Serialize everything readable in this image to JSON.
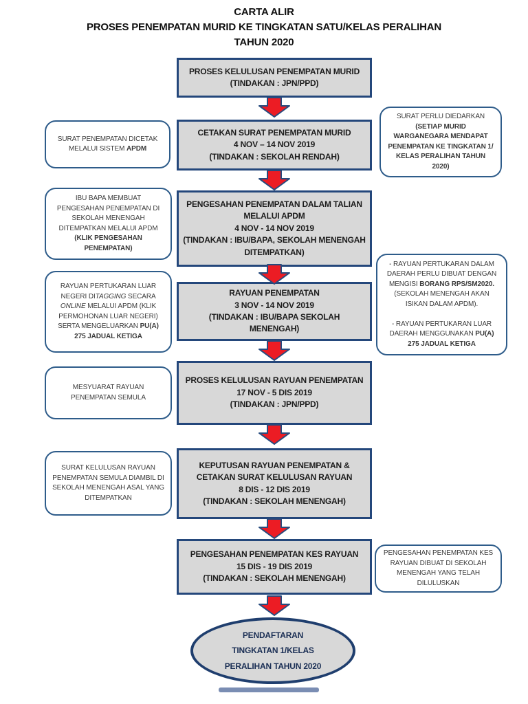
{
  "page_title": {
    "lines": [
      "CARTA ALIR",
      "PROSES PENEMPATAN MURID KE TINGKATAN SATU/KELAS PERALIHAN",
      "TAHUN 2020"
    ]
  },
  "steps": [
    {
      "lines": [
        "PROSES KELULUSAN PENEMPATAN MURID",
        "(TINDAKAN : JPN/PPD)"
      ]
    },
    {
      "lines": [
        "CETAKAN SURAT PENEMPATAN MURID",
        "4 NOV – 14 NOV 2019",
        "(TINDAKAN : SEKOLAH RENDAH)"
      ]
    },
    {
      "lines": [
        "PENGESAHAN PENEMPATAN DALAM TALIAN",
        "MELALUI APDM",
        "4 NOV - 14 NOV 2019",
        "(TINDAKAN : IBU/BAPA, SEKOLAH MENENGAH",
        "DITEMPATKAN)"
      ]
    },
    {
      "lines": [
        "RAYUAN PENEMPATAN",
        "3 NOV - 14 NOV 2019",
        "(TINDAKAN : IBU/BAPA SEKOLAH",
        "MENENGAH)"
      ]
    },
    {
      "lines": [
        "PROSES KELULUSAN RAYUAN PENEMPATAN",
        "17 NOV - 5 DIS 2019",
        "(TINDAKAN : JPN/PPD)"
      ]
    },
    {
      "lines": [
        "KEPUTUSAN RAYUAN PENEMPATAN &",
        "CETAKAN SURAT KELULUSAN RAYUAN",
        "8 DIS - 12 DIS 2019",
        "(TINDAKAN : SEKOLAH MENENGAH)"
      ]
    },
    {
      "lines": [
        "PENGESAHAN PENEMPATAN KES RAYUAN",
        "15 DIS - 19 DIS 2019",
        "(TINDAKAN : SEKOLAH MENENGAH)"
      ]
    }
  ],
  "terminal": {
    "lines": [
      "PENDAFTARAN",
      "TINGKATAN 1/KELAS",
      "PERALIHAN TAHUN 2020"
    ]
  },
  "left_notes": [
    {
      "segments": [
        {
          "t": "SURAT PENEMPATAN DICETAK MELALUI SISTEM "
        },
        {
          "t": "APDM",
          "b": true
        }
      ]
    },
    {
      "segments": [
        {
          "t": "IBU BAPA MEMBUAT PENGESAHAN PENEMPATAN DI SEKOLAH MENENGAH DITEMPATKAN MELALUI APDM "
        },
        {
          "t": "(KLIK PENGESAHAN PENEMPATAN)",
          "b": true
        }
      ]
    },
    {
      "segments": [
        {
          "t": "RAYUAN PERTUKARAN LUAR NEGERI DI"
        },
        {
          "t": "TAGGING",
          "i": true
        },
        {
          "t": " SECARA "
        },
        {
          "t": "ONLINE",
          "i": true
        },
        {
          "t": " MELALUI  APDM (KLIK PERMOHONAN LUAR NEGERI) SERTA MENGELUARKAN "
        },
        {
          "t": "PU(A) 275 JADUAL KETIGA",
          "b": true
        }
      ]
    },
    {
      "segments": [
        {
          "t": "MESYUARAT RAYUAN PENEMPATAN SEMULA"
        }
      ]
    },
    {
      "segments": [
        {
          "t": "SURAT KELULUSAN RAYUAN PENEMPATAN SEMULA DIAMBIL DI SEKOLAH MENENGAH ASAL YANG DITEMPATKAN"
        }
      ]
    }
  ],
  "right_notes": [
    {
      "segments": [
        {
          "t": "SURAT PERLU DIEDARKAN\n"
        },
        {
          "t": "(SETIAP MURID WARGANEGARA MENDAPAT PENEMPATAN KE TINGKATAN 1/ KELAS PERALIHAN TAHUN 2020)",
          "b": true
        }
      ]
    },
    {
      "segments": [
        {
          "t": "- RAYUAN PERTUKARAN DALAM DAERAH PERLU DIBUAT DENGAN MENGISI "
        },
        {
          "t": "BORANG RPS/SM2020.",
          "b": true
        },
        {
          "t": " (SEKOLAH MENENGAH AKAN ISIKAN DALAM APDM).\n\n- RAYUAN PERTUKARAN LUAR DAERAH MENGGUNAKAN "
        },
        {
          "t": "PU(A) 275 JADUAL KETIGA",
          "b": true
        }
      ]
    },
    {
      "segments": [
        {
          "t": "PENGESAHAN PENEMPATAN KES RAYUAN DIBUAT DI SEKOLAH MENENGAH YANG TELAH DILULUSKAN"
        }
      ]
    }
  ],
  "colors": {
    "box_border_navy": "#24477B",
    "note_border_navy": "#2E5C8A",
    "ellipse_border_navy": "#1F3E6E",
    "box_fill_gray": "#D8D8D8",
    "arrow_red": "#EC1C24"
  }
}
